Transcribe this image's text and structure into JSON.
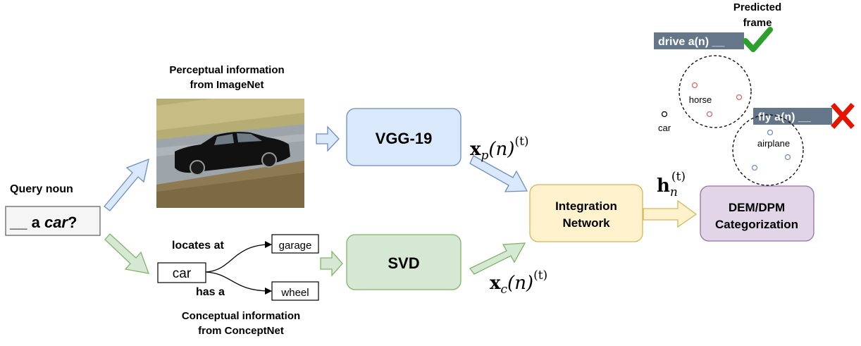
{
  "query": {
    "label": "Query noun",
    "blank": "__",
    "article": " a ",
    "noun": "car",
    "qmark": "?"
  },
  "perceptual": {
    "caption_line1": "Perceptual information",
    "caption_line2": "from ImageNet"
  },
  "conceptual": {
    "caption_line1": "Conceptual information",
    "caption_line2": "from ConceptNet",
    "node_car": "car",
    "edge_top": "locates at",
    "edge_bottom": "has a",
    "node_garage": "garage",
    "node_wheel": "wheel"
  },
  "boxes": {
    "vgg": "VGG-19",
    "svd": "SVD",
    "integration_line1": "Integration",
    "integration_line2": "Network",
    "dem_line1": "DEM/DPM",
    "dem_line2": "Categorization"
  },
  "math": {
    "xp_base": "x",
    "xp_sub": "p",
    "xc_base": "x",
    "xc_sub": "c",
    "arg": "(n)",
    "sup": "(t)",
    "h_base": "h",
    "h_sub": "n",
    "h_sup": "(t)"
  },
  "output": {
    "predicted_line1": "Predicted",
    "predicted_line2": "frame",
    "frame_correct": "drive a(n) __",
    "frame_wrong": "fly a(n) __",
    "label_horse": "horse",
    "label_car": "car",
    "label_airplane": "airplane"
  },
  "colors": {
    "blue_fill": "#dae8fc",
    "blue_stroke": "#6c8ebf",
    "green_fill": "#d5e8d4",
    "green_stroke": "#82b366",
    "yellow_fill": "#fff2cc",
    "yellow_stroke": "#d6b656",
    "purple_fill": "#e1d5e7",
    "purple_stroke": "#9673a6",
    "frame_bg": "#647687",
    "check": "#2ca02c",
    "cross": "#e51400",
    "horse_dot": "#d9676b",
    "airplane_dot": "#6c8ebf"
  }
}
